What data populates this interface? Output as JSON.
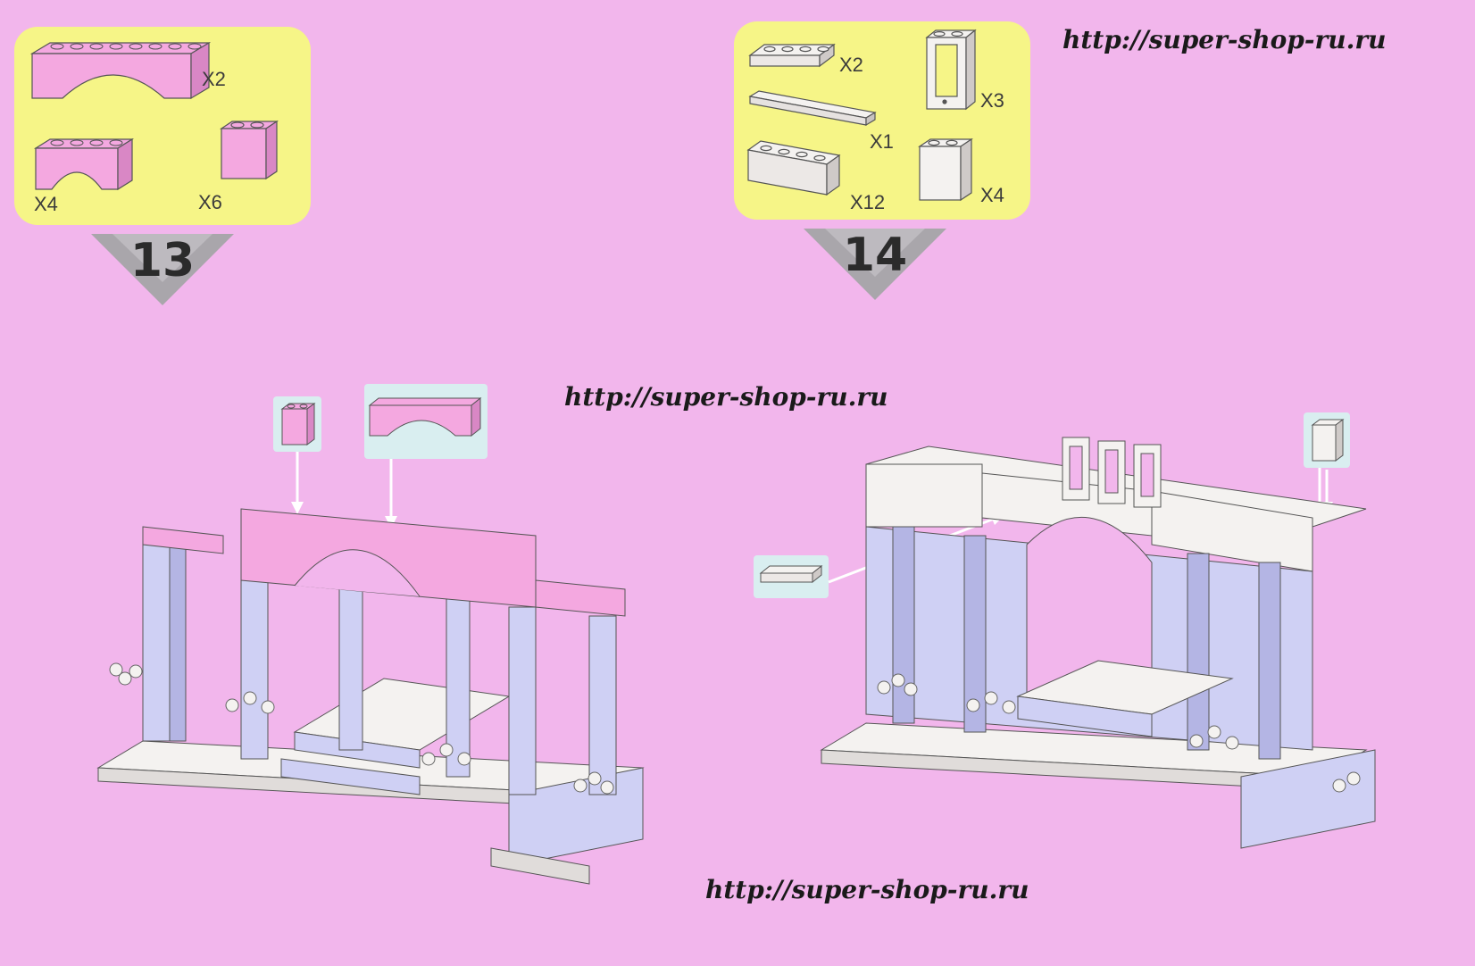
{
  "watermarks": {
    "top_right": "http://super-shop-ru.ru",
    "middle": "http://super-shop-ru.ru",
    "bottom": "http://super-shop-ru.ru"
  },
  "step13": {
    "number": "13",
    "parts": {
      "long_arch_qty": "X2",
      "short_arch_qty": "X4",
      "brick_1x2x2_qty": "X6"
    }
  },
  "step14": {
    "number": "14",
    "parts": {
      "plate_2x4_qty": "X2",
      "window_frame_qty": "X3",
      "tile_1x8_qty": "X1",
      "brick_2x4_qty": "X12",
      "brick_1x2x2_qty": "X4"
    }
  },
  "colors": {
    "background": "#f2b6ec",
    "parts_box": "#f6f587",
    "pink_brick": "#f4a8e0",
    "lavender_brick": "#cfd0f4",
    "white_brick": "#f4f2f0"
  }
}
